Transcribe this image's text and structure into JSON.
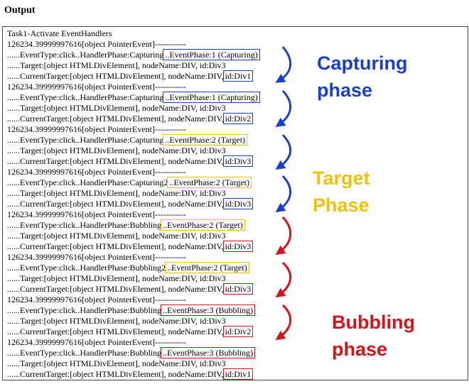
{
  "heading": "Output",
  "log": {
    "title": "Task1-Activate EventHandlers",
    "header": "126234.39999997616[object PointerEvent]-----------",
    "lines": [
      {
        "type": "header"
      },
      {
        "type": "event",
        "handler": "......EventType:click..HandlerPhase:Capturing",
        "phase": "..EventPhase:1 (Capturing)",
        "hl": "blue"
      },
      {
        "type": "target",
        "text": "......Target:[object HTMLDivElement], nodeName:DIV, id:Div3"
      },
      {
        "type": "current",
        "text": "......CurrentTarget:[object HTMLDivElement], nodeName:DIV,",
        "id": "id:Div1",
        "hl": "blue"
      },
      {
        "type": "header"
      },
      {
        "type": "event",
        "handler": "......EventType:click..HandlerPhase:Capturing",
        "phase": "..EventPhase:1 (Capturing)",
        "hl": "blue"
      },
      {
        "type": "target",
        "text": "......Target:[object HTMLDivElement], nodeName:DIV, id:Div3"
      },
      {
        "type": "current",
        "text": "......CurrentTarget:[object HTMLDivElement], nodeName:DIV,",
        "id": "id:Div2",
        "hl": "blue"
      },
      {
        "type": "header"
      },
      {
        "type": "event",
        "handler": "......EventType:click..HandlerPhase:Capturing",
        "phase": "..EventPhase:2 (Target)",
        "hl": "yellow"
      },
      {
        "type": "target",
        "text": "......Target:[object HTMLDivElement], nodeName:DIV, id:Div3"
      },
      {
        "type": "current",
        "text": "......CurrentTarget:[object HTMLDivElement], nodeName:DIV,",
        "id": "id:Div3",
        "hl": "blue"
      },
      {
        "type": "header"
      },
      {
        "type": "event",
        "handler": "......EventType:click..HandlerPhase:Capturing2",
        "phase": "..EventPhase:2 (Target)",
        "hl": "yellow"
      },
      {
        "type": "target",
        "text": "......Target:[object HTMLDivElement], nodeName:DIV, id:Div3"
      },
      {
        "type": "current",
        "text": "......CurrentTarget:[object HTMLDivElement], nodeName:DIV,",
        "id": "id:Div3",
        "hl": "blue"
      },
      {
        "type": "header"
      },
      {
        "type": "event",
        "handler": "......EventType:click..HandlerPhase:Bubbling",
        "phase": "..EventPhase:2 (Target)",
        "hl": "yellow"
      },
      {
        "type": "target",
        "text": "......Target:[object HTMLDivElement], nodeName:DIV, id:Div3"
      },
      {
        "type": "current",
        "text": "......CurrentTarget:[object HTMLDivElement], nodeName:DIV,",
        "id": "id:Div3",
        "hl": "red"
      },
      {
        "type": "header"
      },
      {
        "type": "event",
        "handler": "......EventType:click..HandlerPhase:Bubbling2",
        "phase": "..EventPhase:2 (Target)",
        "hl": "yellow"
      },
      {
        "type": "target",
        "text": "......Target:[object HTMLDivElement], nodeName:DIV, id:Div3"
      },
      {
        "type": "current",
        "text": "......CurrentTarget:[object HTMLDivElement], nodeName:DIV,",
        "id": "id:Div3",
        "hl": "red"
      },
      {
        "type": "header"
      },
      {
        "type": "event",
        "handler": "......EventType:click..HandlerPhase:Bubbling",
        "phase": "..EventPhase:3 (Bubbling)",
        "hl": "red"
      },
      {
        "type": "target",
        "text": "......Target:[object HTMLDivElement], nodeName:DIV, id:Div3"
      },
      {
        "type": "current",
        "text": "......CurrentTarget:[object HTMLDivElement], nodeName:DIV,",
        "id": "id:Div2",
        "hl": "red"
      },
      {
        "type": "header"
      },
      {
        "type": "event",
        "handler": "......EventType:click..HandlerPhase:Bubbling",
        "phase": "..EventPhase:3 (Bubbling)",
        "hl": "red"
      },
      {
        "type": "target",
        "text": "......Target:[object HTMLDivElement], nodeName:DIV, id:Div3"
      },
      {
        "type": "current",
        "text": "......CurrentTarget:[object HTMLDivElement], nodeName:DIV,",
        "id": "id:Div1",
        "hl": "red"
      }
    ]
  },
  "annotations": {
    "capturing": {
      "line1": "Capturing",
      "line2": "phase",
      "color": "#1a3fc9"
    },
    "target": {
      "line1": "Target",
      "line2": "Phase",
      "color": "#f2c200"
    },
    "bubbling": {
      "line1": "Bubbling",
      "line2": "phase",
      "color": "#d8111b"
    }
  },
  "colors": {
    "blue": "#1a3fc9",
    "yellow": "#f2c200",
    "red": "#d8111b"
  }
}
